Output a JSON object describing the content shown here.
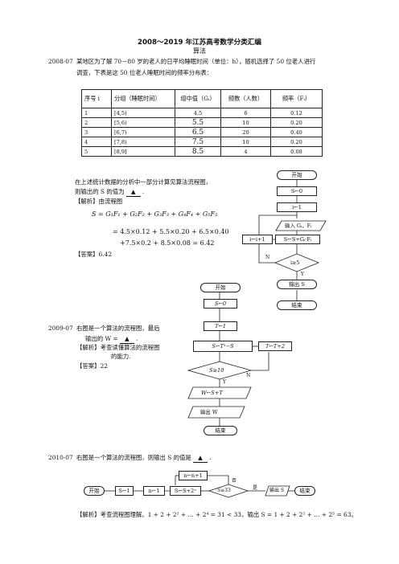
{
  "header": {
    "title": "2008～2019 年江苏高考数学分类汇编",
    "subtitle": "算法"
  },
  "q2008": {
    "year": "2008-07",
    "stem_line1": "某地区为了解 70－80 岁的老人的日平均睡眠时间（单位：h），随机选择了 50 位老人进行",
    "stem_line2": "调查，下表是这 50 位老人睡眠时间的频率分布表：",
    "table": {
      "headers": [
        "序号 i",
        "分组（睡眠时间）",
        "组中值（Gᵢ）",
        "频数（人数）",
        "频率（Fᵢ）"
      ],
      "rows": [
        [
          "1",
          "[4,5)",
          "4.5",
          "6",
          "0.12"
        ],
        [
          "2",
          "[5,6)",
          "5.5",
          "10",
          "0.20"
        ],
        [
          "3",
          "[6,7)",
          "6.5",
          "20",
          "0.40"
        ],
        [
          "4",
          "[7,8)",
          "7.5",
          "10",
          "0.20"
        ],
        [
          "5",
          "[8,9]",
          "8.5",
          "4",
          "0.08"
        ]
      ]
    },
    "after_line1": "在上述统计数据的分析中一部分计算见算法流程图，",
    "after_line2_pre": "则输出的 S 的值为",
    "blank": "▲",
    "after_line2_post": ".",
    "analysis_label": "【解析】由流程图",
    "formula1": "S = G₁F₁ + G₂F₂ + G₃F₃ + G₄F₄ + G₅F₅",
    "formula2": "= 4.5×0.12 + 5.5×0.20 + 6.5×0.40",
    "formula3": "+7.5×0.2 + 8.5×0.08 = 6.42",
    "answer": "【答案】6.42",
    "flow": {
      "start": "开始",
      "s0": "S←0",
      "i1": "i←1",
      "input": "输入 Gᵢ，Fᵢ",
      "accum": "S←S+Gᵢ·Fᵢ",
      "inc": "i←i+1",
      "cond": "i≥5",
      "n": "N",
      "y": "Y",
      "output": "输出 S",
      "end": "结束"
    }
  },
  "q2009": {
    "year": "2009-07",
    "stem_line1": "右图是一个算法的流程图，最后",
    "stem_line2_pre": "输出的 W =",
    "blank": "▲",
    "stem_line2_post": ".",
    "analysis_line1": "【解析】考查读懂算法的流程图",
    "analysis_line2": "的能力.",
    "answer": "【答案】22",
    "flow": {
      "start": "开始",
      "s0": "S←0",
      "t1": "T←1",
      "st": "S←T²−S",
      "tt": "T←T+2",
      "cond": "S≥10",
      "n": "N",
      "y": "Y",
      "w": "W←S+T",
      "output": "输出 W",
      "end": "结束"
    }
  },
  "q2010": {
    "year": "2010-07",
    "stem_pre": "右图是一个算法的流程图，则输出 S 的值是",
    "blank": "▲",
    "stem_post": ".",
    "flow": {
      "start": "开始",
      "s1": "S←1",
      "n1": "n←1",
      "acc": "S←S+2ⁿ",
      "inc": "n←n+1",
      "cond": "S≥33",
      "no": "否",
      "yes": "是",
      "output": "输出 S",
      "end": "结束"
    },
    "analysis": "【解析】考查流程图理解。1 + 2 + 2² + … + 2⁴ = 31 < 33，输出 S = 1 + 2 + 2² + … + 2⁵ = 63。"
  }
}
